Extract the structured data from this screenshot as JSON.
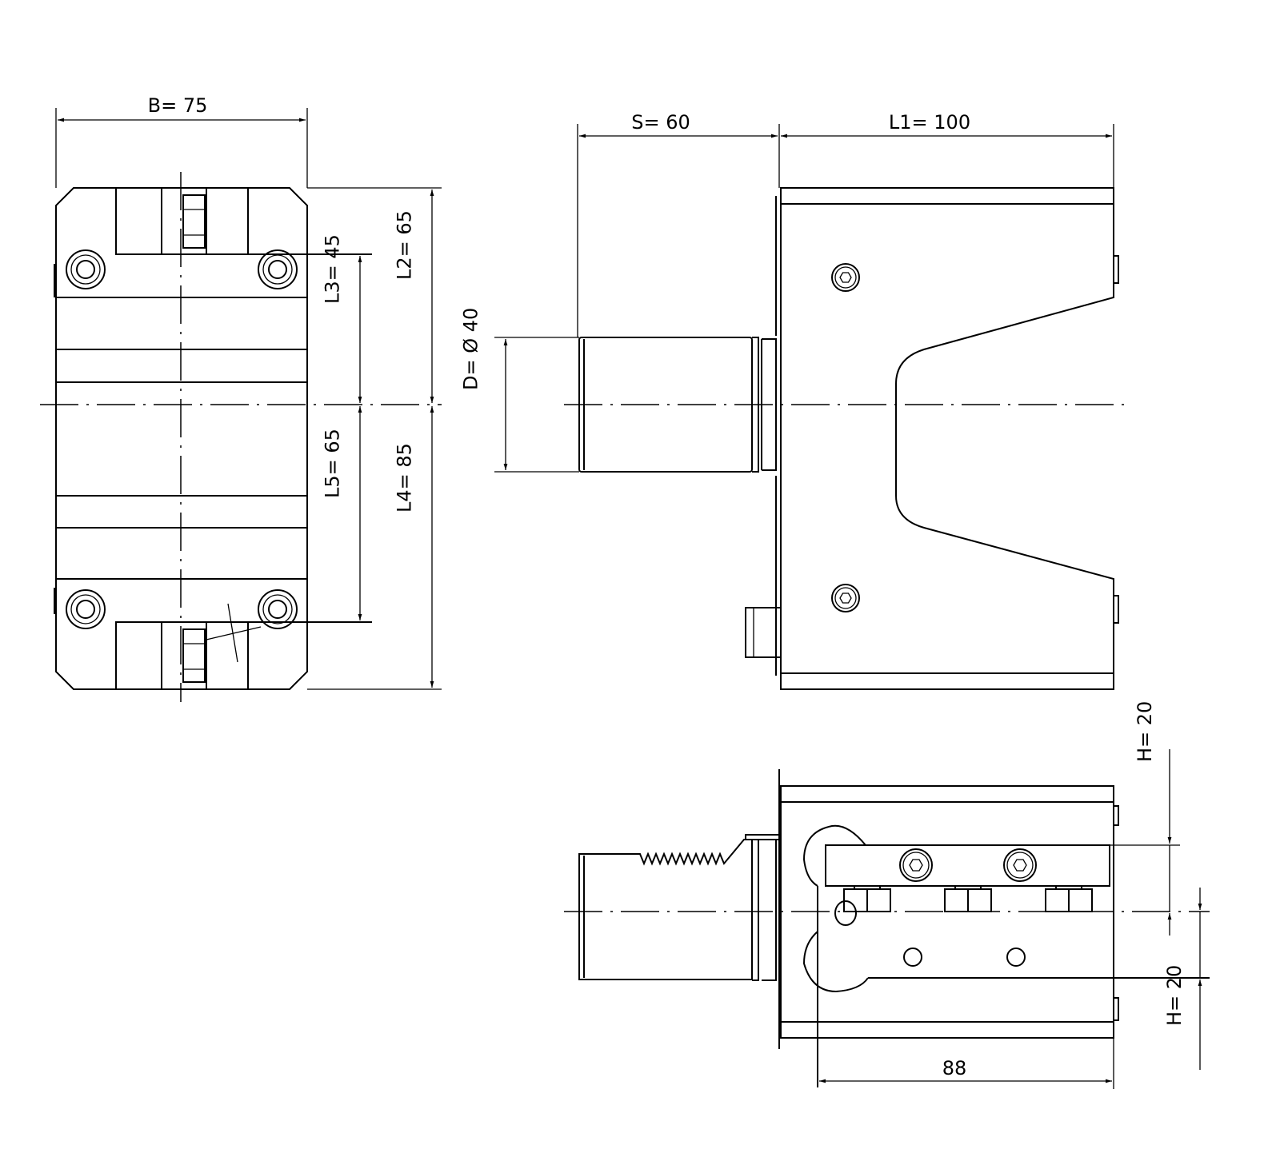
{
  "dimensions": {
    "B": "B=  75",
    "L3": "L3=  45",
    "L2": "L2=  65",
    "L5": "L5=  65",
    "L4": "L4=  85",
    "S": "S=  60",
    "L1": "L1=  100",
    "D": "D= Ø 40",
    "H_top": "H= 20",
    "H_bottom": "H= 20",
    "width_88": "88"
  },
  "colors": {
    "line": "#000000",
    "background": "#ffffff"
  }
}
